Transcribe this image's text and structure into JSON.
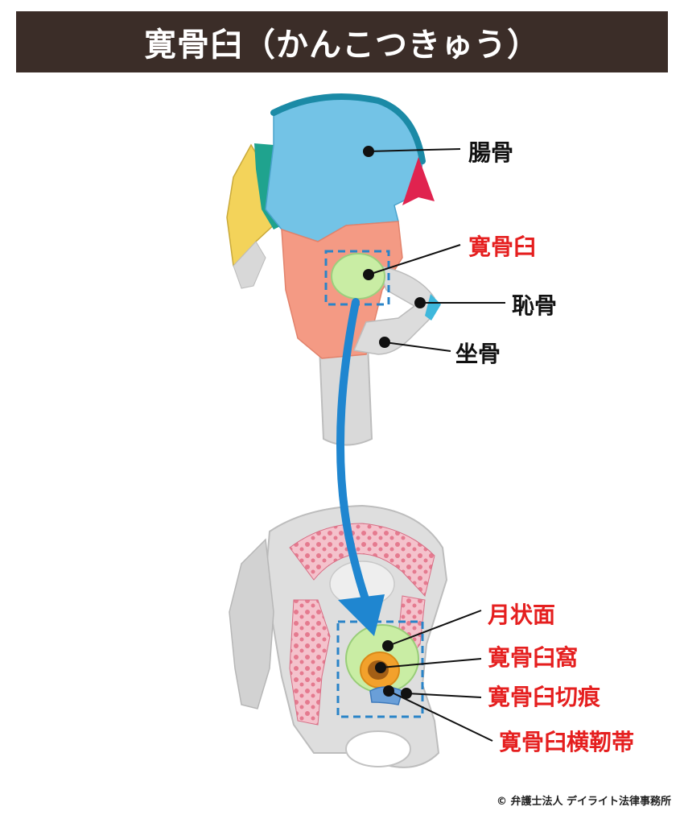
{
  "title": "寛骨臼（かんこつきゅう）",
  "labels": {
    "ilium": "腸骨",
    "acetabulum": "寛骨臼",
    "pubis": "恥骨",
    "ischium": "坐骨",
    "lunate_surface": "月状面",
    "acetabular_fossa": "寛骨臼窩",
    "acetabular_notch": "寛骨臼切痕",
    "transverse_acetabular_ligament": "寛骨臼横靭帯"
  },
  "copyright": "© 弁護士法人 デイライト法律事務所",
  "colors": {
    "title_bg": "#3b2d28",
    "ilium": "#73c3e6",
    "acetabulum_region": "#f49a84",
    "lunate_surface": "#c9eda4",
    "highlight_box": "#2a84c8",
    "arrow": "#1f86d0",
    "red_label": "#e51f1f",
    "bone": "#d9d9d9",
    "spongy_bone": "#ea8fa0"
  }
}
